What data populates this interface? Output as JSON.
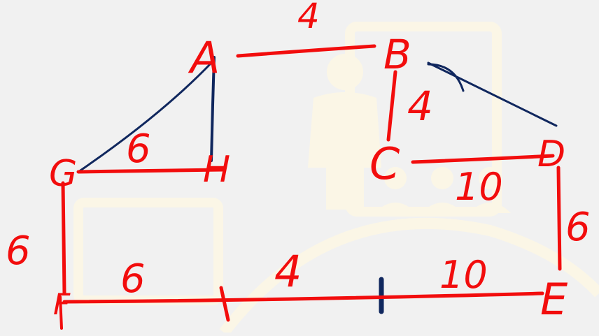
{
  "points": {
    "A": "A",
    "B": "B",
    "C": "C",
    "D": "D",
    "E": "E",
    "F": "F",
    "G": "G",
    "H": "H"
  },
  "lengths": {
    "AB": "4",
    "BC": "4",
    "CD": "10",
    "DE": "6",
    "GH": "6",
    "GF": "6",
    "F_seg1": "6",
    "F_seg2": "4",
    "F_seg3": "10"
  },
  "colors": {
    "background": "#f1f1f1",
    "ink_red": "#f20d0d",
    "ink_navy": "#10275e",
    "watermark": "#fbf6e6"
  },
  "icons": [
    "presenter-watermark-icon",
    "laptop-watermark-icon",
    "audience-watermark-icon"
  ]
}
